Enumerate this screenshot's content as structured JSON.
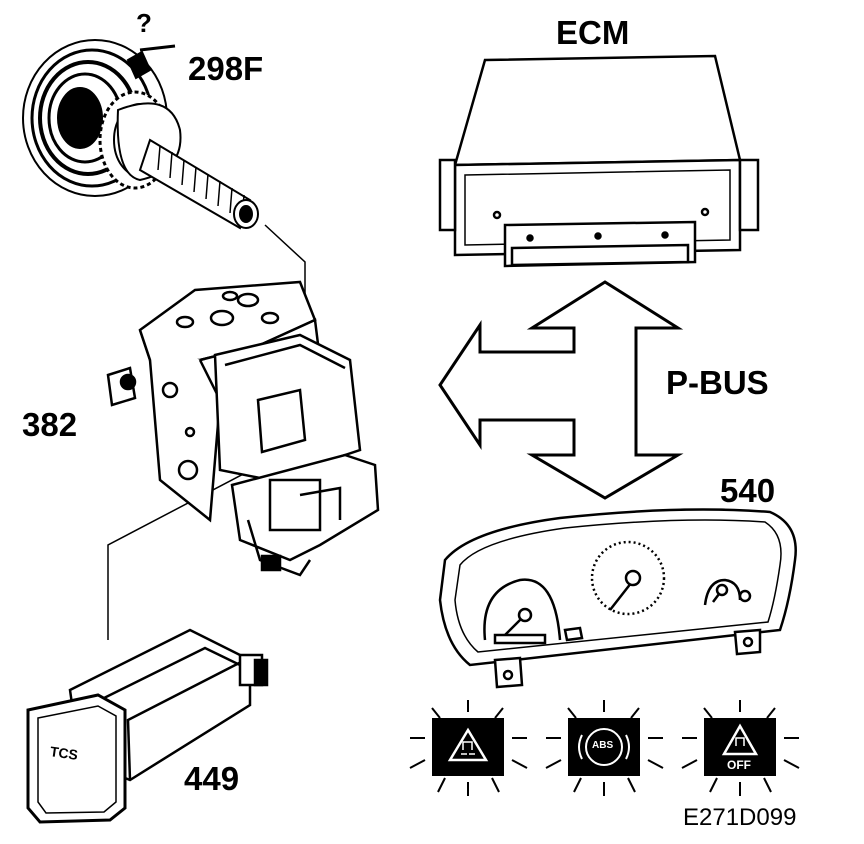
{
  "labels": {
    "ecm": "ECM",
    "pbus": "P-BUS",
    "wheel_sensor": "298F",
    "hydraulic_unit": "382",
    "instrument_cluster": "540",
    "tcs_switch": "449",
    "question_mark": "?"
  },
  "switch_text": "TCS",
  "warning_lamps": [
    {
      "name": "tcs-lamp",
      "text": ""
    },
    {
      "name": "abs-lamp",
      "text": "ABS"
    },
    {
      "name": "tcs-off-lamp",
      "text": "OFF"
    }
  ],
  "figure_ref": "E271D099"
}
